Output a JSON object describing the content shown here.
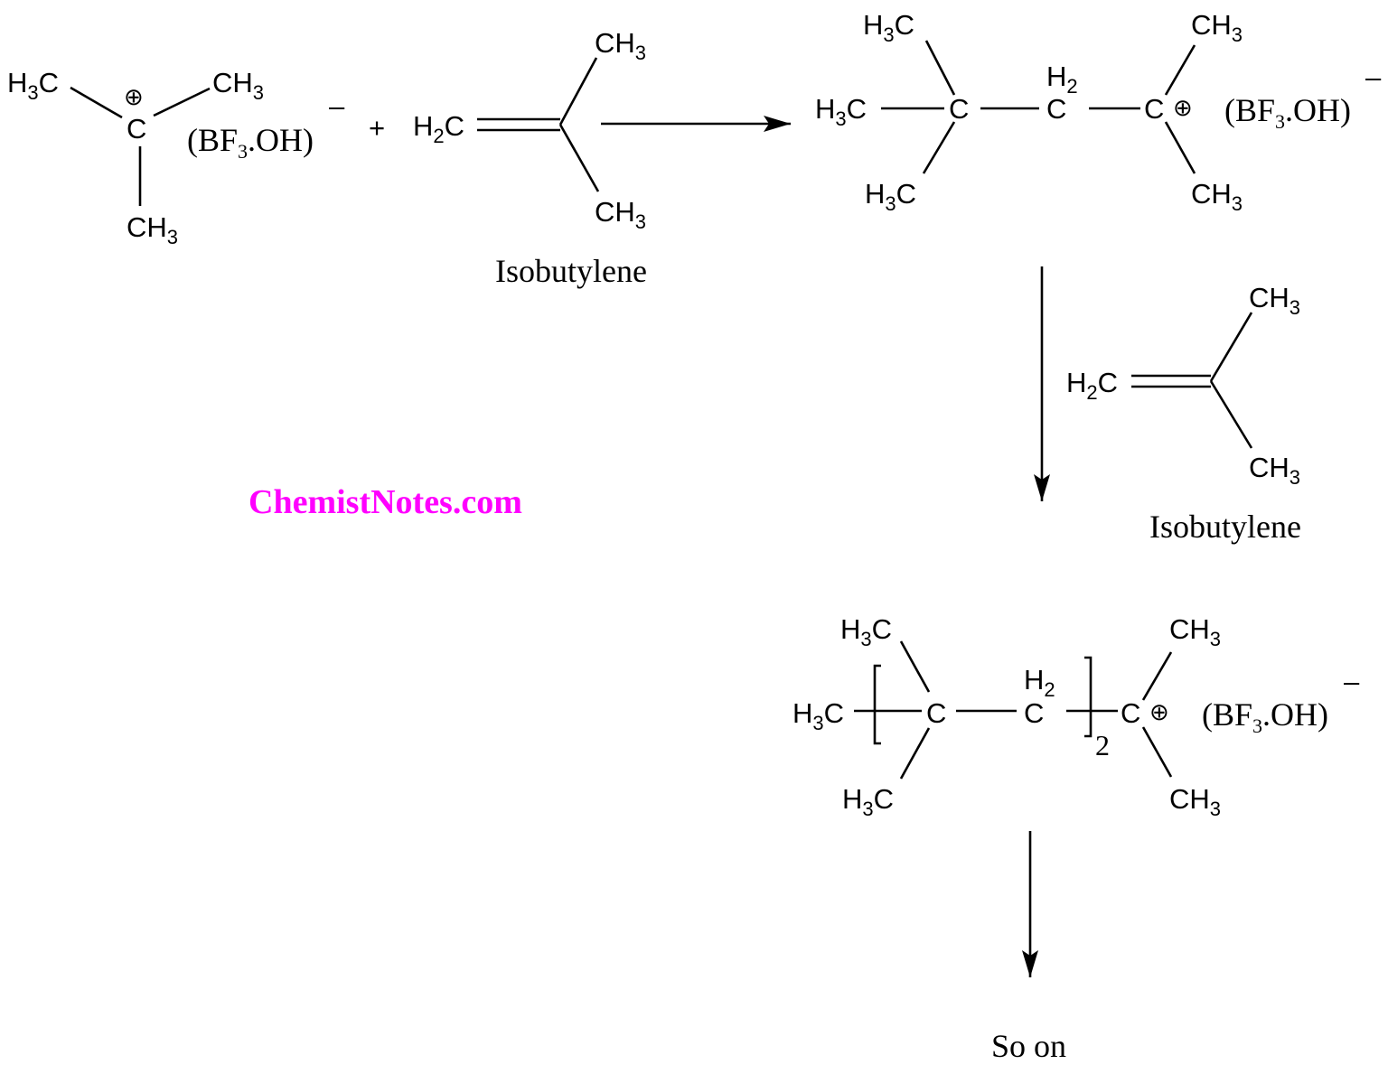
{
  "groups": {
    "H3C": {
      "a": "H",
      "sub": "3",
      "b": "C"
    },
    "CH3": {
      "a": "CH",
      "sub": "3"
    },
    "H2C": {
      "a": "H",
      "sub": "2",
      "b": "C"
    },
    "H2": {
      "a": "H",
      "sub": "2"
    },
    "C": "C"
  },
  "counter_ion": {
    "open": "(BF",
    "sub": "3",
    "close": ".OH)",
    "charge": "–"
  },
  "cation_charge": "⊕",
  "plus": "+",
  "isobutylene_label": "Isobutylene",
  "repeat_count": "2",
  "so_on": "So on",
  "watermark": {
    "text": "ChemistNotes.com",
    "color": "#ff00ff"
  }
}
